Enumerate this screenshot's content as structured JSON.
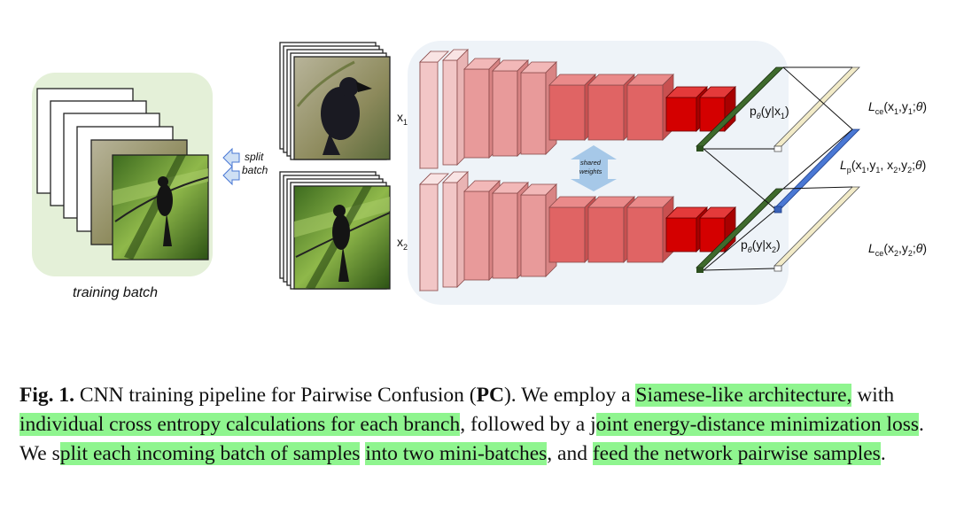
{
  "figure": {
    "training_batch_label": "training batch",
    "split_batch_line1": "split",
    "split_batch_line2": "batch",
    "x1": "x",
    "x1_sub": "1",
    "x2": "x",
    "x2_sub": "2",
    "shared_weights_line1": "shared",
    "shared_weights_line2": "weights",
    "p1": "p",
    "p1_sub": "θ",
    "p1_rest": "(y|x",
    "p1_sub2": "1",
    "p1_end": ")",
    "p2": "p",
    "p2_sub": "θ",
    "p2_rest": "(y|x",
    "p2_sub2": "2",
    "p2_end": ")",
    "lce1": "L",
    "lce1_sub": "ce",
    "lce1_args": "(x",
    "lce2": "L",
    "lce2_sub": "ce",
    "lp": "L",
    "lp_sub": "p",
    "colors": {
      "training_bg": "#e4f0d8",
      "network_bg": "#eef3f8",
      "layer_light": "#f2c6c6",
      "layer_mid": "#e89a9a",
      "layer_dark": "#e06464",
      "layer_red": "#d40000",
      "fc_green": "#3e6a2c",
      "beige": "#f2ebc8",
      "blue": "#4a78d4",
      "shared_arrow": "#a6c8e8"
    }
  },
  "caption": {
    "fig_label": "Fig. 1.",
    "t1": " CNN training pipeline for Pairwise Confusion (",
    "pc": "PC",
    "t2": "). We employ a ",
    "h1": "Siamese-like architecture,",
    "t3": " with ",
    "h2": "individual cross entropy calculations for each branch",
    "t4": ", followed by a ",
    "t5": "j",
    "h3": "oint energy-distance minimization loss",
    "t6": ". We s",
    "h4": "plit each incoming batch of samples",
    "t7": " ",
    "h5": "into two mini-batches",
    "t8": ", and ",
    "h6": "feed the network pairwise samples",
    "t9": "."
  }
}
